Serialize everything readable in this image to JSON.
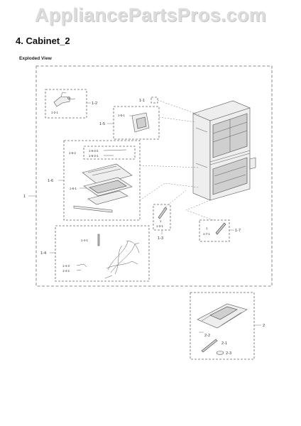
{
  "watermark": "AppliancePartsPros.com",
  "section_title": "4.  Cabinet_2",
  "view_label": "Exploded View",
  "labels": {
    "l1": "1",
    "l1_1": "1-1",
    "l1_2": "1-2",
    "l1_2_1": "1-2-1",
    "l1_3": "1-3",
    "l1_3_1": "1-3-1",
    "l1_4": "1-4",
    "l1_4_1": "1-4-1",
    "l1_4_2": "1-4-2",
    "l1_4_3": "1-4-3",
    "l1_5": "1-5",
    "l1_5_1": "1-5-1",
    "l1_6": "1-6",
    "l1_6_1": "1-6-1",
    "l1_6_2": "1-6-2",
    "l1_6_2_1": "1-6-2-1",
    "l1_6_2_2": "1-6-2-2",
    "l1_7": "1-7",
    "l1_7_1": "1-7-1",
    "l2": "2",
    "l2_1": "2-1",
    "l2_2": "2-2",
    "l2_3": "2-3"
  }
}
